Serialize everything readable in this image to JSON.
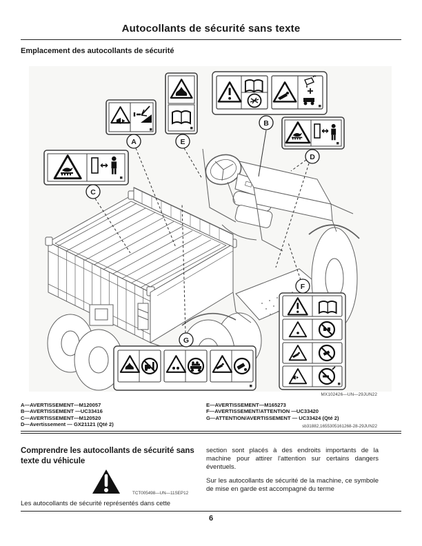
{
  "page": {
    "title": "Autocollants de sécurité sans texte",
    "page_number": "6"
  },
  "emplacement": {
    "heading": "Emplacement des autocollants de sécurité",
    "figure_code": "MX102426—UN—29JUN22",
    "callouts": [
      "A",
      "B",
      "C",
      "D",
      "E",
      "F",
      "G"
    ],
    "legend_left": [
      "A—AVERTISSEMENT—M120057",
      "B—AVERTISSEMENT —UC33416",
      "C—AVERTISSEMENT—M120520",
      "D—Avertissement — GX21121 (Qté 2)"
    ],
    "legend_right": [
      "E—AVERTISSEMENT—M165273",
      "F—AVERTISSEMENT/ATTENTION —UC33420",
      "G—ATTENTION/AVERTISSEMENT — UC33424 (Qté 2)"
    ],
    "doc_code": "sb31882,1655305161268-28-29JUN22"
  },
  "comprendre": {
    "heading": "Comprendre les autocollants de sécurité sans texte du véhicule",
    "figure_code": "TCT005498—UN—11SEP12",
    "para_intro": "Les autocollants de sécurité représentés dans cette",
    "para_right_1": "section sont placés à des endroits importants de la machine pour attirer l'attention sur certains dangers éventuels.",
    "para_right_2": "Sur les autocollants de sécurité de la machine, ce symbole de mise en garde est accompagné du terme"
  },
  "icons": {
    "warning_triangle": "triangle-outline-with-hazard-glyph",
    "alert_triangle": "filled-triangle-exclamation",
    "read_manual": "open-book",
    "prohibition": "circle-with-slash",
    "keep_distance": "rectangle-arrow-person"
  },
  "colors": {
    "figure_background": "#f7f7f5",
    "ink": "#1a1a1a",
    "drawing_line": "#5f5f5f",
    "decal_line": "#3f3f3f"
  }
}
